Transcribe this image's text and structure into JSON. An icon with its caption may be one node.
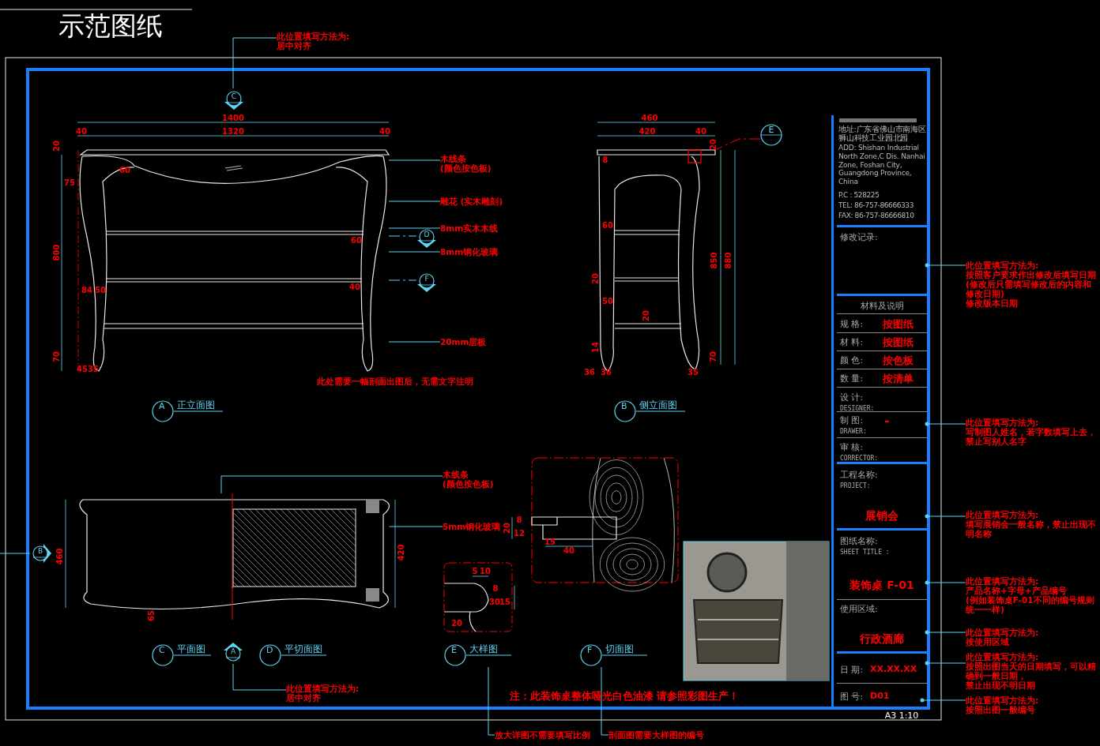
{
  "diagram": {
    "title": "示范图纸",
    "nodes": [
      {
        "text": [
          "C"
        ]
      },
      {
        "text": [
          "此位置填写方法为:",
          "居中对齐"
        ]
      },
      {
        "text": [
          "D"
        ]
      },
      {
        "text": [
          "F"
        ]
      },
      {
        "text": [
          "E"
        ]
      },
      {
        "text": [
          "B"
        ]
      },
      {
        "text": [
          "A"
        ]
      },
      {
        "text": [
          "此位置填写方法为:",
          "居中对齐"
        ]
      },
      {
        "text": [
          "A",
          "正立面图"
        ]
      },
      {
        "text": [
          "B",
          "侧立面图"
        ]
      },
      {
        "text": [
          "C",
          "平面图"
        ]
      },
      {
        "text": [
          "D",
          "平切面图"
        ]
      },
      {
        "text": [
          "E",
          "大样图"
        ]
      },
      {
        "text": [
          "F",
          "切面图"
        ]
      },
      {
        "text": [
          "放大详图不需要填写比例"
        ]
      },
      {
        "text": [
          "剖面图需要大样图的编号"
        ]
      },
      {
        "text": [
          "木线条",
          "(颜色按色板)"
        ]
      },
      {
        "text": [
          "雕花 (实木雕刻)"
        ]
      },
      {
        "text": [
          "8mm实木木线"
        ]
      },
      {
        "text": [
          "8mm钢化玻璃"
        ]
      },
      {
        "text": [
          "20mm层板"
        ]
      },
      {
        "text": [
          "木线条",
          "(颜色按色板)"
        ]
      },
      {
        "text": [
          "5mm钢化玻璃"
        ]
      },
      {
        "text": [],
        "shape": "box"
      },
      {
        "text": [
          "地址:广东省佛山市南海区狮山科技工业园北园",
          "ADD: Shishan Industrial North Zone,C Dis. Nanhai Zone, Foshan City, Guangdong Province, China",
          "P.C : 528225",
          "TEL: 86-757-86666333",
          "FAX: 86-757-86666810"
        ],
        "in": 23
      },
      {
        "text": [
          "修改记录:"
        ],
        "in": 23
      },
      {
        "text": [
          "材料及说明"
        ],
        "in": 23
      },
      {
        "text": [
          "规 格:",
          "按图纸"
        ],
        "in": 23
      },
      {
        "text": [
          "材 料:",
          "按图纸"
        ],
        "in": 23
      },
      {
        "text": [
          "颜 色:",
          "按色板"
        ],
        "in": 23
      },
      {
        "text": [
          "数 量:",
          "按清单"
        ],
        "in": 23
      },
      {
        "text": [
          "设 计:",
          "DESIGNER:"
        ],
        "in": 23
      },
      {
        "text": [
          "制 图:",
          "-",
          "DRAWER:"
        ],
        "in": 23
      },
      {
        "text": [
          "审 核:",
          "CORRECTOR:"
        ],
        "in": 23
      },
      {
        "text": [
          "工程名称:",
          "PROJECT:",
          "展销会"
        ],
        "in": 23
      },
      {
        "text": [
          "图纸名称:",
          "SHEET TITLE :",
          "装饰桌 F-01"
        ],
        "in": 23
      },
      {
        "text": [
          "使用区域:",
          "行政酒廊"
        ],
        "in": 23
      },
      {
        "text": [
          "日 期:",
          "XX.XX.XX"
        ],
        "in": 23
      },
      {
        "text": [
          "图 号:",
          "D01"
        ],
        "in": 23
      },
      {
        "text": [
          "此位置填写方法为:",
          "按照客户要求作出修改后填写日期",
          "(修改后只需填写修改后的内容和修改日期)",
          "修改版本日期"
        ]
      },
      {
        "text": [
          "此位置填写方法为:",
          "写制图人姓名，若字数填写上去，禁止写别人名字"
        ]
      },
      {
        "text": [
          "此位置填写方法为:",
          "填写展销会一般名称，禁止出现不明名称"
        ]
      },
      {
        "text": [
          "此位置填写方法为:",
          "产品名称+字母+产品编号",
          "(例如装饰桌F-01不同的编号规则统一一样)"
        ]
      },
      {
        "text": [
          "此位置填写方法为:",
          "按使用区域"
        ]
      },
      {
        "text": [
          "此位置填写方法为:",
          "按照出图当天的日期填写，可以精确到一般日期，",
          "禁止出现不明日期"
        ]
      },
      {
        "text": [
          "此位置填写方法为:",
          "按照出图一般编号"
        ]
      },
      {
        "text": [],
        "shape": "picture"
      },
      {
        "text": [],
        "shape": "picture"
      },
      {
        "text": [],
        "shape": "picture"
      }
    ],
    "edges": [
      {
        "from": 1,
        "to": 0,
        "arrow": "none"
      },
      {
        "from": 7,
        "to": 6,
        "arrow": "none"
      },
      {
        "from": 46,
        "to": 2,
        "arrow": "none",
        "style": "dashed"
      },
      {
        "from": 46,
        "to": 3,
        "arrow": "none",
        "style": "dashed"
      },
      {
        "from": 4,
        "to": 47,
        "arrow": "none",
        "style": "dashed",
        "color": "#ff0000"
      },
      {
        "from": null,
        "to": 5,
        "arrow": "none"
      },
      {
        "from": 14,
        "to": 12,
        "arrow": "none"
      },
      {
        "from": 15,
        "to": 13,
        "arrow": "none"
      },
      {
        "from": 16,
        "to": 46,
        "arrow": "none"
      },
      {
        "from": 17,
        "to": 46,
        "arrow": "none"
      },
      {
        "from": 18,
        "to": 46,
        "arrow": "none"
      },
      {
        "from": 19,
        "to": 46,
        "arrow": "none"
      },
      {
        "from": 20,
        "to": 46,
        "arrow": "none"
      },
      {
        "from": 21,
        "to": 48,
        "arrow": "none"
      },
      {
        "from": 22,
        "to": 48,
        "arrow": "none"
      },
      {
        "from": 39,
        "to": 25,
        "arrow": "other"
      },
      {
        "from": 40,
        "to": 32,
        "arrow": "other"
      },
      {
        "from": 41,
        "to": 34,
        "arrow": "other"
      },
      {
        "from": 42,
        "to": 35,
        "arrow": "other"
      },
      {
        "from": 43,
        "to": 36,
        "arrow": "other"
      },
      {
        "from": 44,
        "to": 37,
        "arrow": "other"
      },
      {
        "from": 45,
        "to": 38,
        "arrow": "other"
      }
    ],
    "labels": [
      "1400",
      "40",
      "1320",
      "40",
      "20",
      "60",
      "75",
      "800",
      "84",
      "50",
      "60",
      "40",
      "70",
      "45",
      "35",
      "此处需要一幅剖面出图后，无需文字注明",
      "460",
      "420",
      "40",
      "20",
      "8",
      "60",
      "850",
      "880",
      "20",
      "50",
      "20",
      "14",
      "70",
      "36",
      "36",
      "35",
      "460",
      "420",
      "65",
      "20",
      "8",
      "12",
      "15",
      "40",
      "5",
      "10",
      "8",
      "30",
      "15",
      "20",
      "注：此装饰桌整体哑光白色油漆 请参照彩图生产！",
      "A3 1:10"
    ]
  }
}
